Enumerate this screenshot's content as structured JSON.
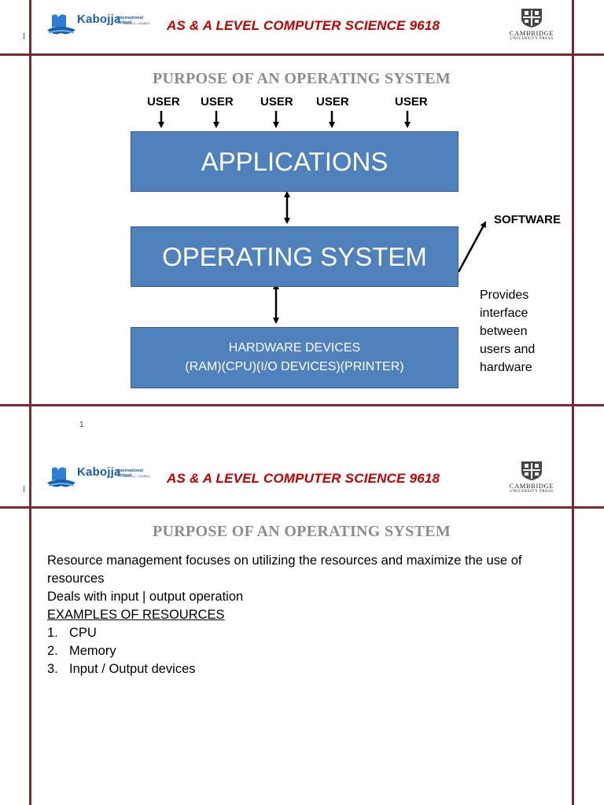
{
  "header": {
    "logo_name": "Kabojja",
    "logo_school": "International School",
    "logo_sub": "KAMPALA - UGANDA",
    "course_title": "AS & A LEVEL COMPUTER SCIENCE 9618",
    "publisher_name": "CAMBRIDGE",
    "publisher_press": "UNIVERSITY PRESS",
    "publisher_icon": "cambridge-crest-icon"
  },
  "slide1": {
    "title": "PURPOSE OF AN OPERATING SYSTEM",
    "users": [
      "USER",
      "USER",
      "USER",
      "USER",
      "USER"
    ],
    "applications_label": "APPLICATIONS",
    "os_label": "OPERATING SYSTEM",
    "hardware_line1": "HARDWARE DEVICES",
    "hardware_line2": "(RAM)(CPU)(I/O DEVICES)(PRINTER)",
    "software_label": "SOFTWARE",
    "note_lines": [
      "Provides",
      "interface",
      "between",
      "users and",
      "hardware"
    ],
    "page_number": "1"
  },
  "slide2": {
    "title": "PURPOSE OF AN OPERATING SYSTEM",
    "line1": "Resource management focuses on utilizing the resources and maximize the use of resources",
    "line2": "Deals with input | output operation",
    "examples_heading": "EXAMPLES  OF RESOURCES",
    "items": [
      {
        "num": "1.",
        "text": "CPU"
      },
      {
        "num": "2.",
        "text": "Memory"
      },
      {
        "num": "3.",
        "text": "Input / Output devices"
      }
    ]
  },
  "colors": {
    "border": "#7a2a33",
    "course_title": "#c00000",
    "box_fill": "#4f81bd",
    "title_gray": "#8c8c8c",
    "logo_blue": "#1a5fa8"
  }
}
